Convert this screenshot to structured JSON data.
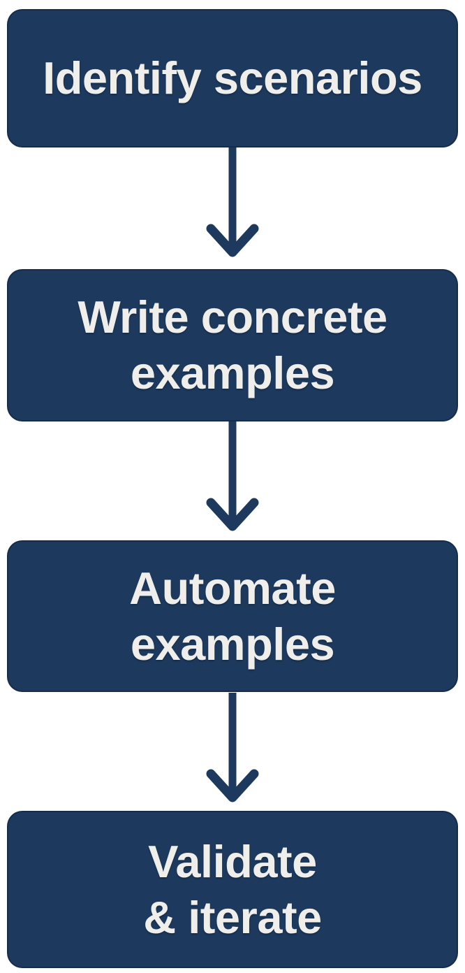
{
  "diagram": {
    "type": "flowchart",
    "direction": "top-down",
    "steps": [
      {
        "label": "Identify scenarios"
      },
      {
        "label": "Write concrete\nexamples"
      },
      {
        "label": "Automate\nexamples"
      },
      {
        "label": "Validate\n& iterate"
      }
    ],
    "connectors": [
      {
        "icon": "arrow-down-icon",
        "from": "Identify scenarios",
        "to": "Write concrete examples"
      },
      {
        "icon": "arrow-down-icon",
        "from": "Write concrete examples",
        "to": "Automate examples"
      },
      {
        "icon": "arrow-down-icon",
        "from": "Automate examples",
        "to": "Validate & iterate"
      }
    ],
    "colors": {
      "box_fill": "#1d3a5e",
      "label_text": "#efeeea",
      "arrow": "#1d3a5e",
      "background": "#ffffff"
    }
  }
}
